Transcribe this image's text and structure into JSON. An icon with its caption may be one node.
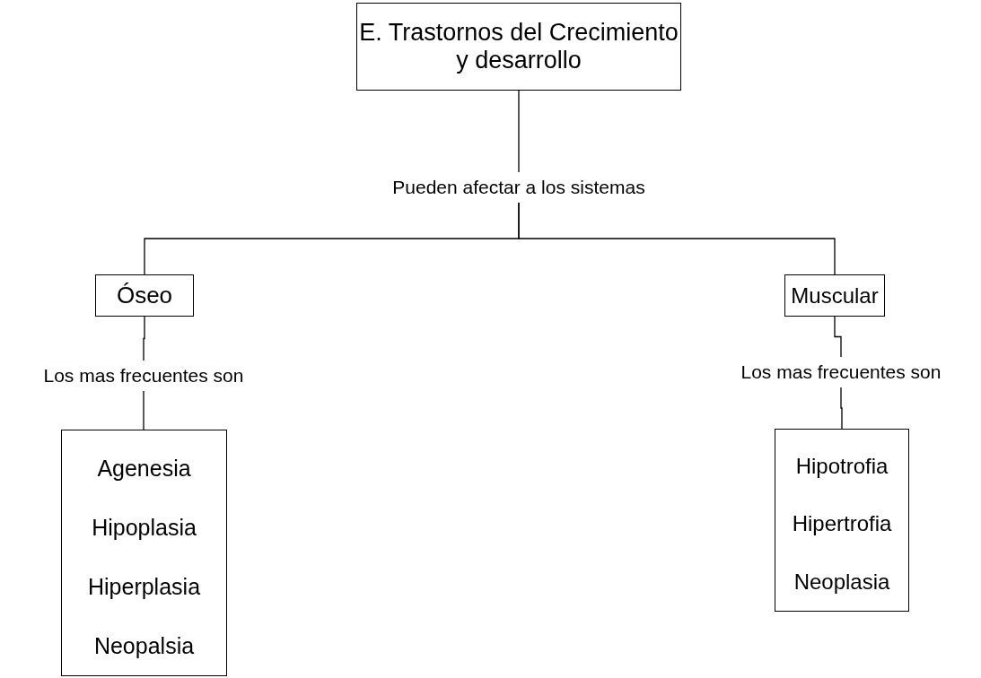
{
  "diagram": {
    "nodes": [
      {
        "text": [
          "E. Trastornos del Crecimiento y desarrollo"
        ]
      },
      {
        "text": [
          "Pueden afectar a los sistemas"
        ]
      },
      {
        "text": [
          "Óseo"
        ]
      },
      {
        "text": [
          "Muscular"
        ]
      },
      {
        "text": [
          "Los mas frecuentes son"
        ]
      },
      {
        "text": [
          "Agenesia",
          "Hipoplasia",
          "Hiperplasia",
          "Neopalsia"
        ]
      },
      {
        "text": [
          "Los mas frecuentes son"
        ]
      },
      {
        "text": [
          "Hipotrofia",
          "Hipertrofia",
          "Neoplasia"
        ]
      }
    ],
    "edges": [
      {
        "from": 0,
        "to": 1,
        "arrow": "none"
      },
      {
        "from": 1,
        "to": 2,
        "arrow": "none"
      },
      {
        "from": 1,
        "to": 3,
        "arrow": "none"
      },
      {
        "from": 2,
        "to": 4,
        "arrow": "none"
      },
      {
        "from": 4,
        "to": 5,
        "arrow": "none"
      },
      {
        "from": 3,
        "to": 6,
        "arrow": "none"
      },
      {
        "from": 6,
        "to": 7,
        "arrow": "none"
      }
    ]
  }
}
